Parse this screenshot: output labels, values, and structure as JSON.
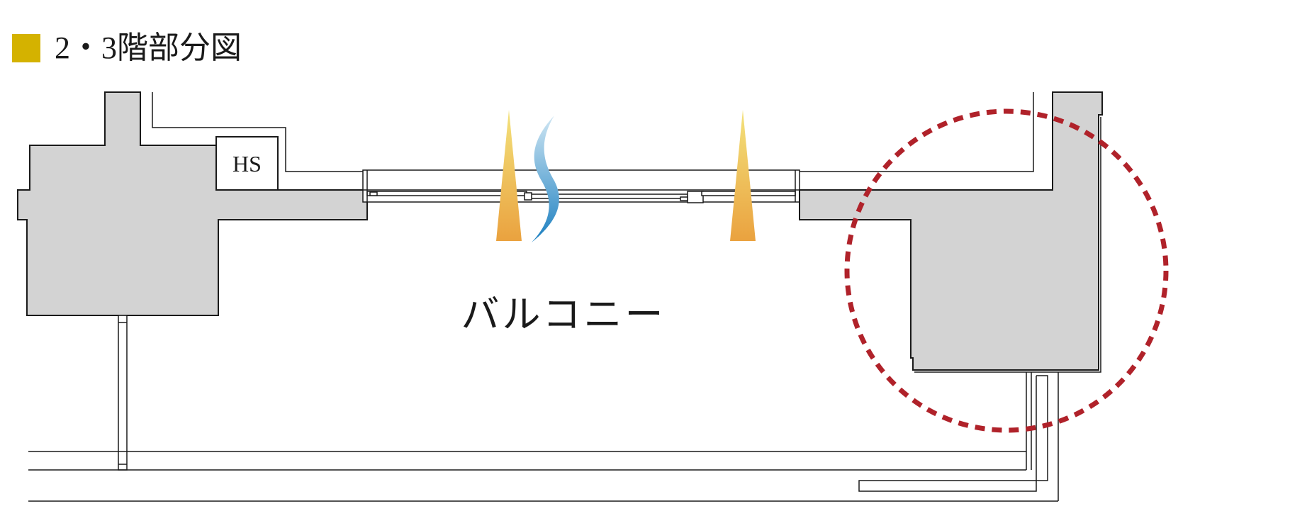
{
  "heading": {
    "text": "2・3階部分図",
    "marker_color": "#D4B200"
  },
  "plan": {
    "room_labels": {
      "balcony": "バルコニー",
      "hs": "HS"
    },
    "colors": {
      "wall_fill": "#d3d3d3",
      "line": "#1a1a1a",
      "highlight_circle": "#b0222a",
      "heat_gradient_top": "#f3e27c",
      "heat_gradient_bottom": "#eaa23f",
      "air_gradient_top": "#cfe6f3",
      "air_gradient_bottom": "#1b7fc0"
    },
    "icons": [
      "heat-flow-icon",
      "air-flow-icon",
      "heat-flow-icon",
      "highlight-circle"
    ]
  }
}
